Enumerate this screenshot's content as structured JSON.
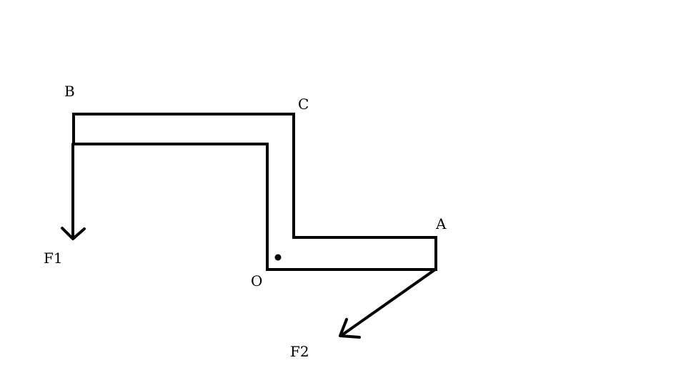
{
  "diagram": {
    "labels": {
      "b": "B",
      "c": "C",
      "a": "A",
      "o": "O",
      "f1": "F1",
      "f2": "F2"
    }
  }
}
